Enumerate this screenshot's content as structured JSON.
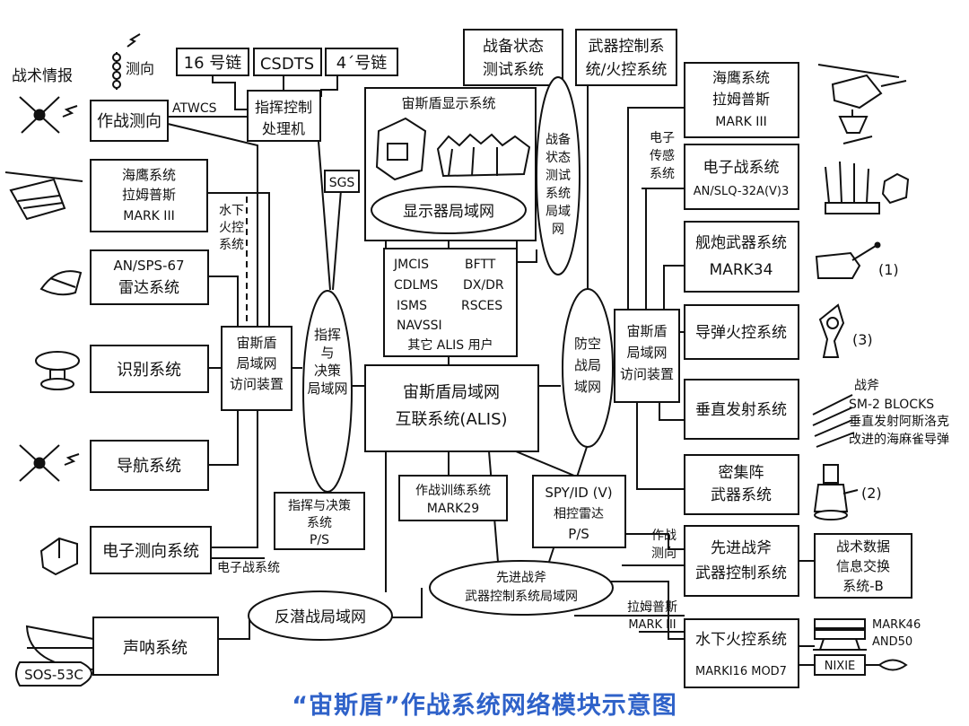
{
  "caption": "“宙斯盾”作战系统网络模块示意图",
  "colors": {
    "caption": "#2f62c9",
    "line": "#111111",
    "background": "#ffffff"
  },
  "boxes": {
    "link16": [
      "16 号链"
    ],
    "csdts": [
      "CSDTS"
    ],
    "link4": [
      "4ˊ号链"
    ],
    "cmd_processor": [
      "指挥控制",
      "处理机"
    ],
    "readiness_top": [
      "战备状态",
      "测试系统"
    ],
    "weapon_ctrl_top": [
      "武器控制系",
      "统/火控系统"
    ],
    "combat_df": [
      "作战测向"
    ],
    "lamps_left": [
      "海鹰系统",
      "拉姆普斯",
      "MARK III"
    ],
    "radar": [
      "AN/SPS-67",
      "雷达系统"
    ],
    "lan_access_left": [
      "宙斯盾",
      "局域网",
      "访问装置"
    ],
    "ident": [
      "识别系统"
    ],
    "nav": [
      "导航系统"
    ],
    "ew_df": [
      "电子测向系统"
    ],
    "sonar": [
      "声呐系统"
    ],
    "sgs": [
      "SGS"
    ],
    "display_sys": [
      "宙斯盾显示系统"
    ],
    "alis_users": [
      "JMCIS",
      "BFTT",
      "CDLMS",
      "DX/DR",
      "ISMS",
      "RSCES",
      "NAVSSI",
      "其它 ALIS 用户"
    ],
    "alis": [
      "宙斯盾局域网",
      "互联系统(ALIS)"
    ],
    "cd_ps": [
      "指挥与决策",
      "系统",
      "P/S"
    ],
    "training": [
      "作战训练系统",
      "MARK29"
    ],
    "spy": [
      "SPY/ID (V)",
      "相控雷达",
      "P/S"
    ],
    "lamps_right": [
      "海鹰系统",
      "拉姆普斯",
      "MARK III"
    ],
    "ew_sys": [
      "电子战系统",
      "AN/SLQ-32A(V)3"
    ],
    "gun": [
      "舰炮武器系统",
      "MARK34"
    ],
    "lan_access_right": [
      "宙斯盾",
      "局域网",
      "访问装置"
    ],
    "missile_fc": [
      "导弹火控系统"
    ],
    "vls": [
      "垂直发射系统"
    ],
    "ciws": [
      "密集阵",
      "武器系统"
    ],
    "tomahawk_ctrl": [
      "先进战斧",
      "武器控制系统"
    ],
    "tadil": [
      "战术数据",
      "信息交换",
      "系统-B"
    ],
    "uw_fc": [
      "水下火控系统",
      "MARKI16 MOD7"
    ],
    "nixie": [
      "NIXIE"
    ],
    "sos": [
      "SOS-53C"
    ]
  },
  "ellipses": {
    "display_lan": "显示器局域网",
    "cd_lan": [
      "指挥",
      "与",
      "决策",
      "局域网"
    ],
    "readiness_lan": [
      "战备",
      "状态",
      "测试",
      "系统",
      "局域",
      "网"
    ],
    "aaw_lan": [
      "防空",
      "战局",
      "域网"
    ],
    "asw_lan": "反潜战局域网",
    "tomahawk_lan": [
      "先进战斧",
      "武器控制系统局域网"
    ]
  },
  "labels": {
    "tactical_intel": "战术情报",
    "direction": "测向",
    "atwcs": "ATWCS",
    "uw_fc_side": [
      "水下",
      "火控",
      "系统"
    ],
    "ew_left": "电子战系统",
    "e_sensor": [
      "电子",
      "传感",
      "系统"
    ],
    "gun_note": "(1)",
    "missile_note": "(3)",
    "ciws_note": "(2)",
    "vls_weapons": [
      "战斧",
      "SM-2 BLOCKS",
      "垂直发射阿斯洛克",
      "改进的海麻雀导弹"
    ],
    "combat_df_right": [
      "作战",
      "测向"
    ],
    "lamps_right2": [
      "拉姆普斯",
      "MARK III"
    ],
    "torpedo": [
      "MARK46",
      "AND50"
    ]
  }
}
